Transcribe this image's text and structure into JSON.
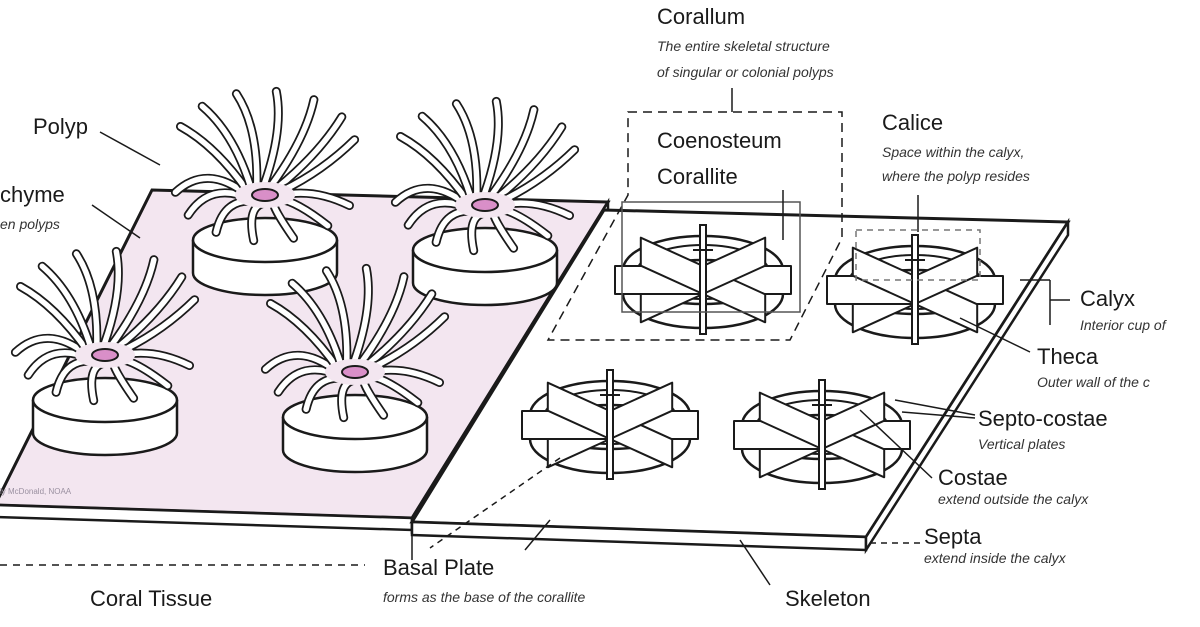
{
  "colors": {
    "tissue": "#f3e6f0",
    "mouth": "#d98fc8",
    "ink": "#1a1a1a",
    "paper": "#ffffff"
  },
  "labels": {
    "corallum": {
      "title": "Corallum",
      "line1": "The entire skeletal structure",
      "line2": "of singular or colonial polyps"
    },
    "coenosteum": {
      "title": "Coenosteum"
    },
    "corallite": {
      "title": "Corallite"
    },
    "calice": {
      "title": "Calice",
      "line1": "Space within the calyx,",
      "line2": "where the polyp resides"
    },
    "polyp": {
      "title": "Polyp"
    },
    "coenenchyme": {
      "title": "chyme",
      "line1": "en polyps"
    },
    "calyx": {
      "title": "Calyx",
      "line1": "Interior cup of"
    },
    "theca": {
      "title": "Theca",
      "line1": "Outer wall of the c"
    },
    "septo_costae": {
      "title": "Septo-costae",
      "line1": "Vertical plates"
    },
    "costae": {
      "title": "Costae",
      "line1": "extend outside the calyx"
    },
    "septa": {
      "title": "Septa",
      "line1": "extend inside the calyx"
    },
    "basal_plate": {
      "title": "Basal Plate",
      "line1": "forms as the base of the corallite"
    },
    "skeleton": {
      "title": "Skeleton"
    },
    "coral_tissue": {
      "title": "Coral Tissue"
    },
    "credit": "ly McDonald, NOAA"
  }
}
